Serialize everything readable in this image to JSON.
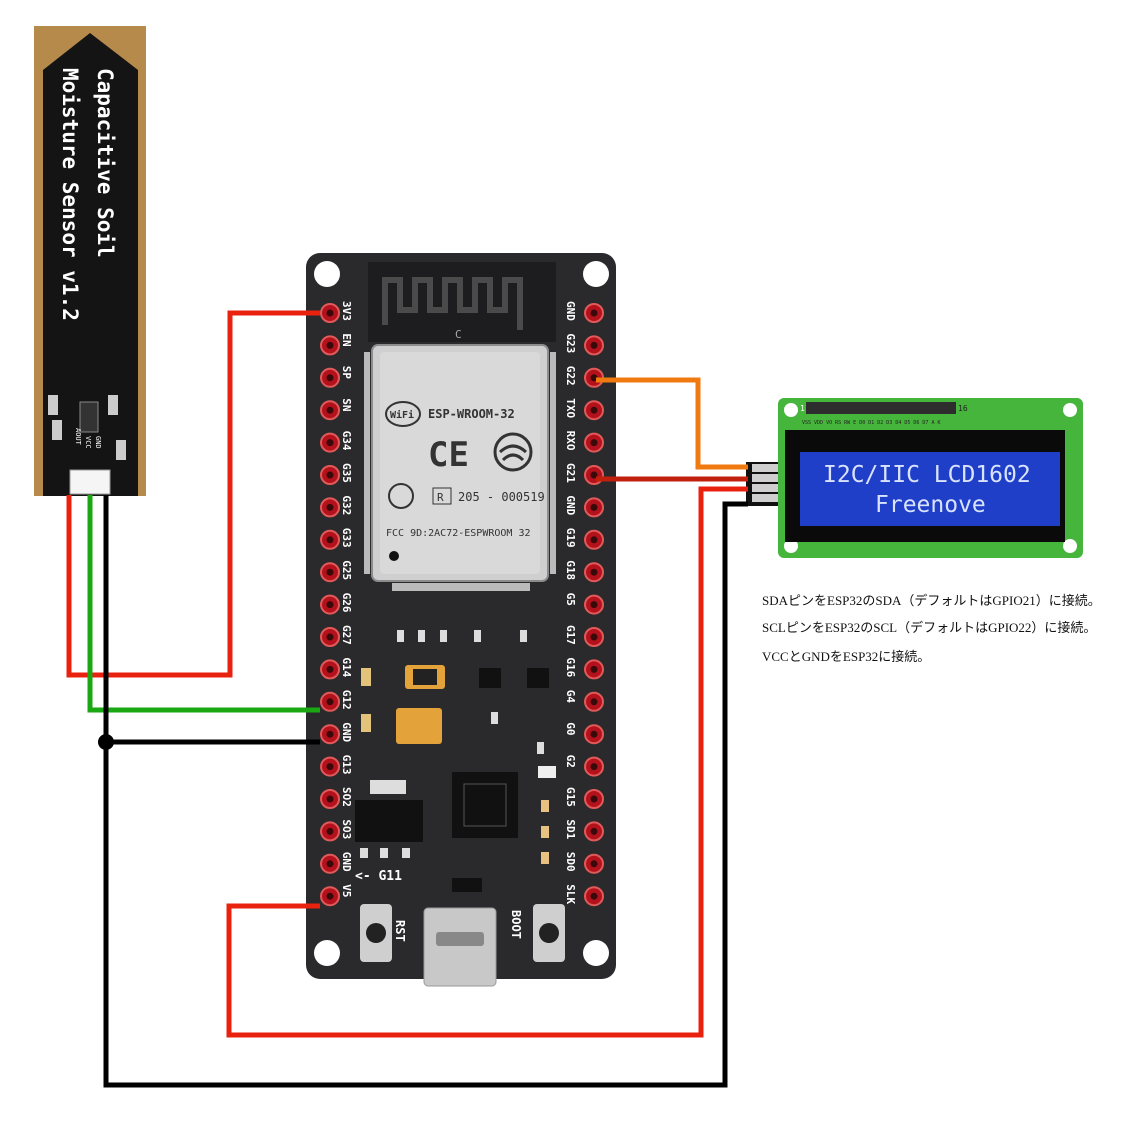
{
  "sensor": {
    "label_line1": "Capacitive Soil",
    "label_line2": "Moisture Sensor v1.2",
    "pins": [
      "AOUT",
      "VCC",
      "GND"
    ]
  },
  "board": {
    "module_name": "ESP-WROOM-32",
    "cert_line1": "205 - 000519",
    "cert_line2": "FCC 9D:2AC72-ESPWROOM 32",
    "cert_mark": "R",
    "wifi_logo": "WiFi",
    "ce_mark": "CE",
    "left_pins": [
      "3V3",
      "EN",
      "SP",
      "SN",
      "G34",
      "G35",
      "G32",
      "G33",
      "G25",
      "G26",
      "G27",
      "G14",
      "G12",
      "GND",
      "G13",
      "SO2",
      "SO3",
      "GND",
      "V5"
    ],
    "right_pins": [
      "GND",
      "G23",
      "G22",
      "TXO",
      "RXO",
      "G21",
      "GND",
      "G19",
      "G18",
      "G5",
      "G17",
      "G16",
      "G4",
      "G0",
      "G2",
      "G15",
      "SD1",
      "SD0",
      "SLK"
    ],
    "g11_label": "<- G11",
    "rst_label": "RST",
    "boot_label": "BOOT",
    "antenna_mark": "C"
  },
  "lcd": {
    "line1": "I2C/IIC LCD1602",
    "line2": "Freenove",
    "header_left": "1",
    "header_right": "16",
    "pin_strip": "VSS VDD VO RS RW E D0 D1 D2 D3 D4 D5 D6 D7 A K"
  },
  "notes": [
    "SDAピンをESP32のSDA（デフォルトはGPIO21）に接続。",
    "SCLピンをESP32のSCL（デフォルトはGPIO22）に接続。",
    "VCCとGNDをESP32に接続。"
  ],
  "colors": {
    "wire_red": "#e8220f",
    "wire_green": "#19a712",
    "wire_black": "#000000",
    "wire_orange": "#f07a10",
    "wire_darkred": "#c0200c",
    "board": "#2a2a2c",
    "pad": "#b3121c",
    "lcd_screen": "#1f3fc8",
    "lcd_pcb": "#46b53c"
  }
}
